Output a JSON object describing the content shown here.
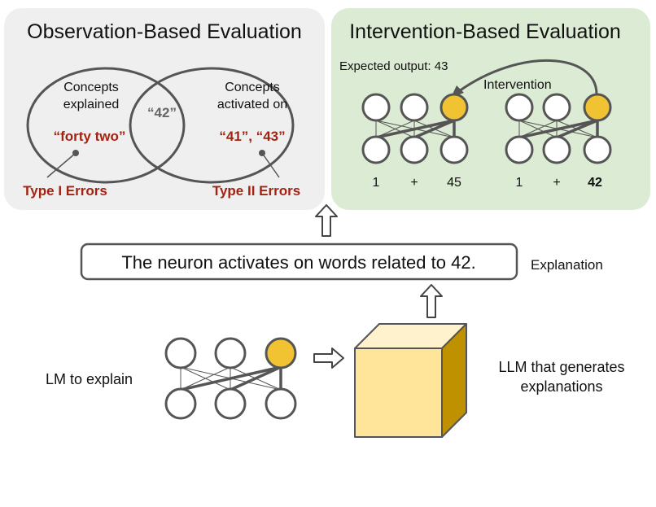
{
  "observation": {
    "title": "Observation-Based Evaluation",
    "left_label_line1": "Concepts",
    "left_label_line2": "explained",
    "left_example": "“forty two”",
    "overlap_example": "“42”",
    "right_label_line1": "Concepts",
    "right_label_line2": "activated on",
    "right_example": "“41”, “43”",
    "type1_errors": "Type I Errors",
    "type2_errors": "Type II Errors"
  },
  "intervention": {
    "title": "Intervention-Based Evaluation",
    "expected_output": "Expected output: 43",
    "intervention_label": "Intervention",
    "left_tokens": [
      "1",
      "+",
      "45"
    ],
    "right_tokens": [
      "1",
      "+",
      "42"
    ]
  },
  "explanation": {
    "text": "The neuron activates on words related to 42.",
    "label": "Explanation"
  },
  "bottom": {
    "lm_label": "LM to explain",
    "llm_label_line1": "LLM that generates",
    "llm_label_line2": "explanations"
  },
  "colors": {
    "observation_panel": "#efefef",
    "intervention_panel": "#dcebd3",
    "neuron_highlight": "#f1c232",
    "cube_front": "#ffe599",
    "error_text": "#a32312"
  }
}
